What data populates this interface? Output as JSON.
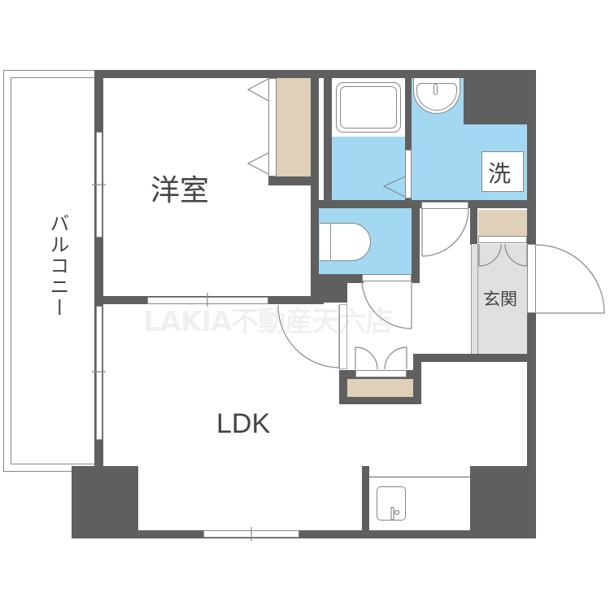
{
  "floorplan": {
    "rooms": {
      "western_room": "洋室",
      "ldk": "LDK",
      "balcony": "バルコニー",
      "entrance": "玄関",
      "washer": "洗"
    },
    "watermark": "LAKIA不動産天六店",
    "colors": {
      "wall": "#5f5f5f",
      "wet_area": "#a3d8f2",
      "storage": "#e0cfb9",
      "entrance_floor": "#e0e0e0",
      "text": "#444444"
    }
  }
}
